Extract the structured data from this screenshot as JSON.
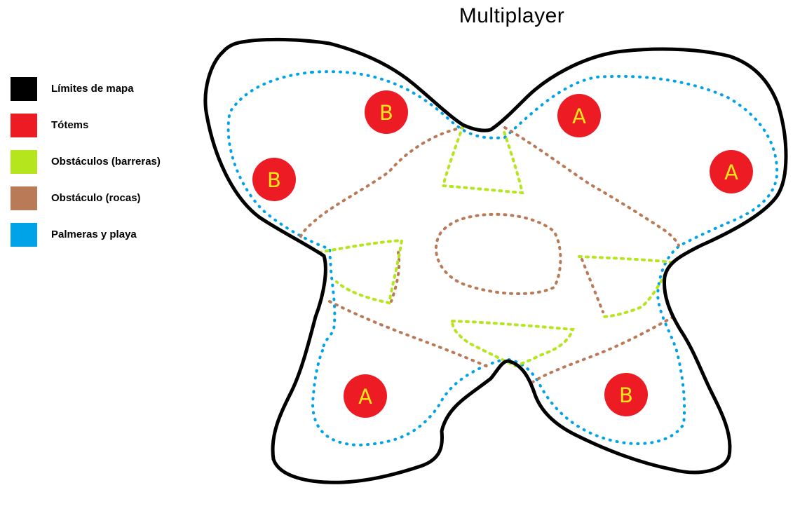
{
  "title": "Multiplayer",
  "legend": [
    {
      "label": "Límites de mapa",
      "color": "#000000"
    },
    {
      "label": "Tótems",
      "color": "#ed1c24"
    },
    {
      "label": "Obstáculos (barreras)",
      "color": "#b5e61d"
    },
    {
      "label": "Obstáculo (rocas)",
      "color": "#b97a57"
    },
    {
      "label": "Palmeras y playa",
      "color": "#00a2e8"
    }
  ],
  "totems": [
    {
      "team": "B",
      "color": "#ed1c24"
    },
    {
      "team": "A",
      "color": "#ed1c24"
    },
    {
      "team": "B",
      "color": "#ed1c24"
    },
    {
      "team": "A",
      "color": "#ed1c24"
    },
    {
      "team": "A",
      "color": "#ed1c24"
    },
    {
      "team": "B",
      "color": "#ed1c24"
    }
  ]
}
